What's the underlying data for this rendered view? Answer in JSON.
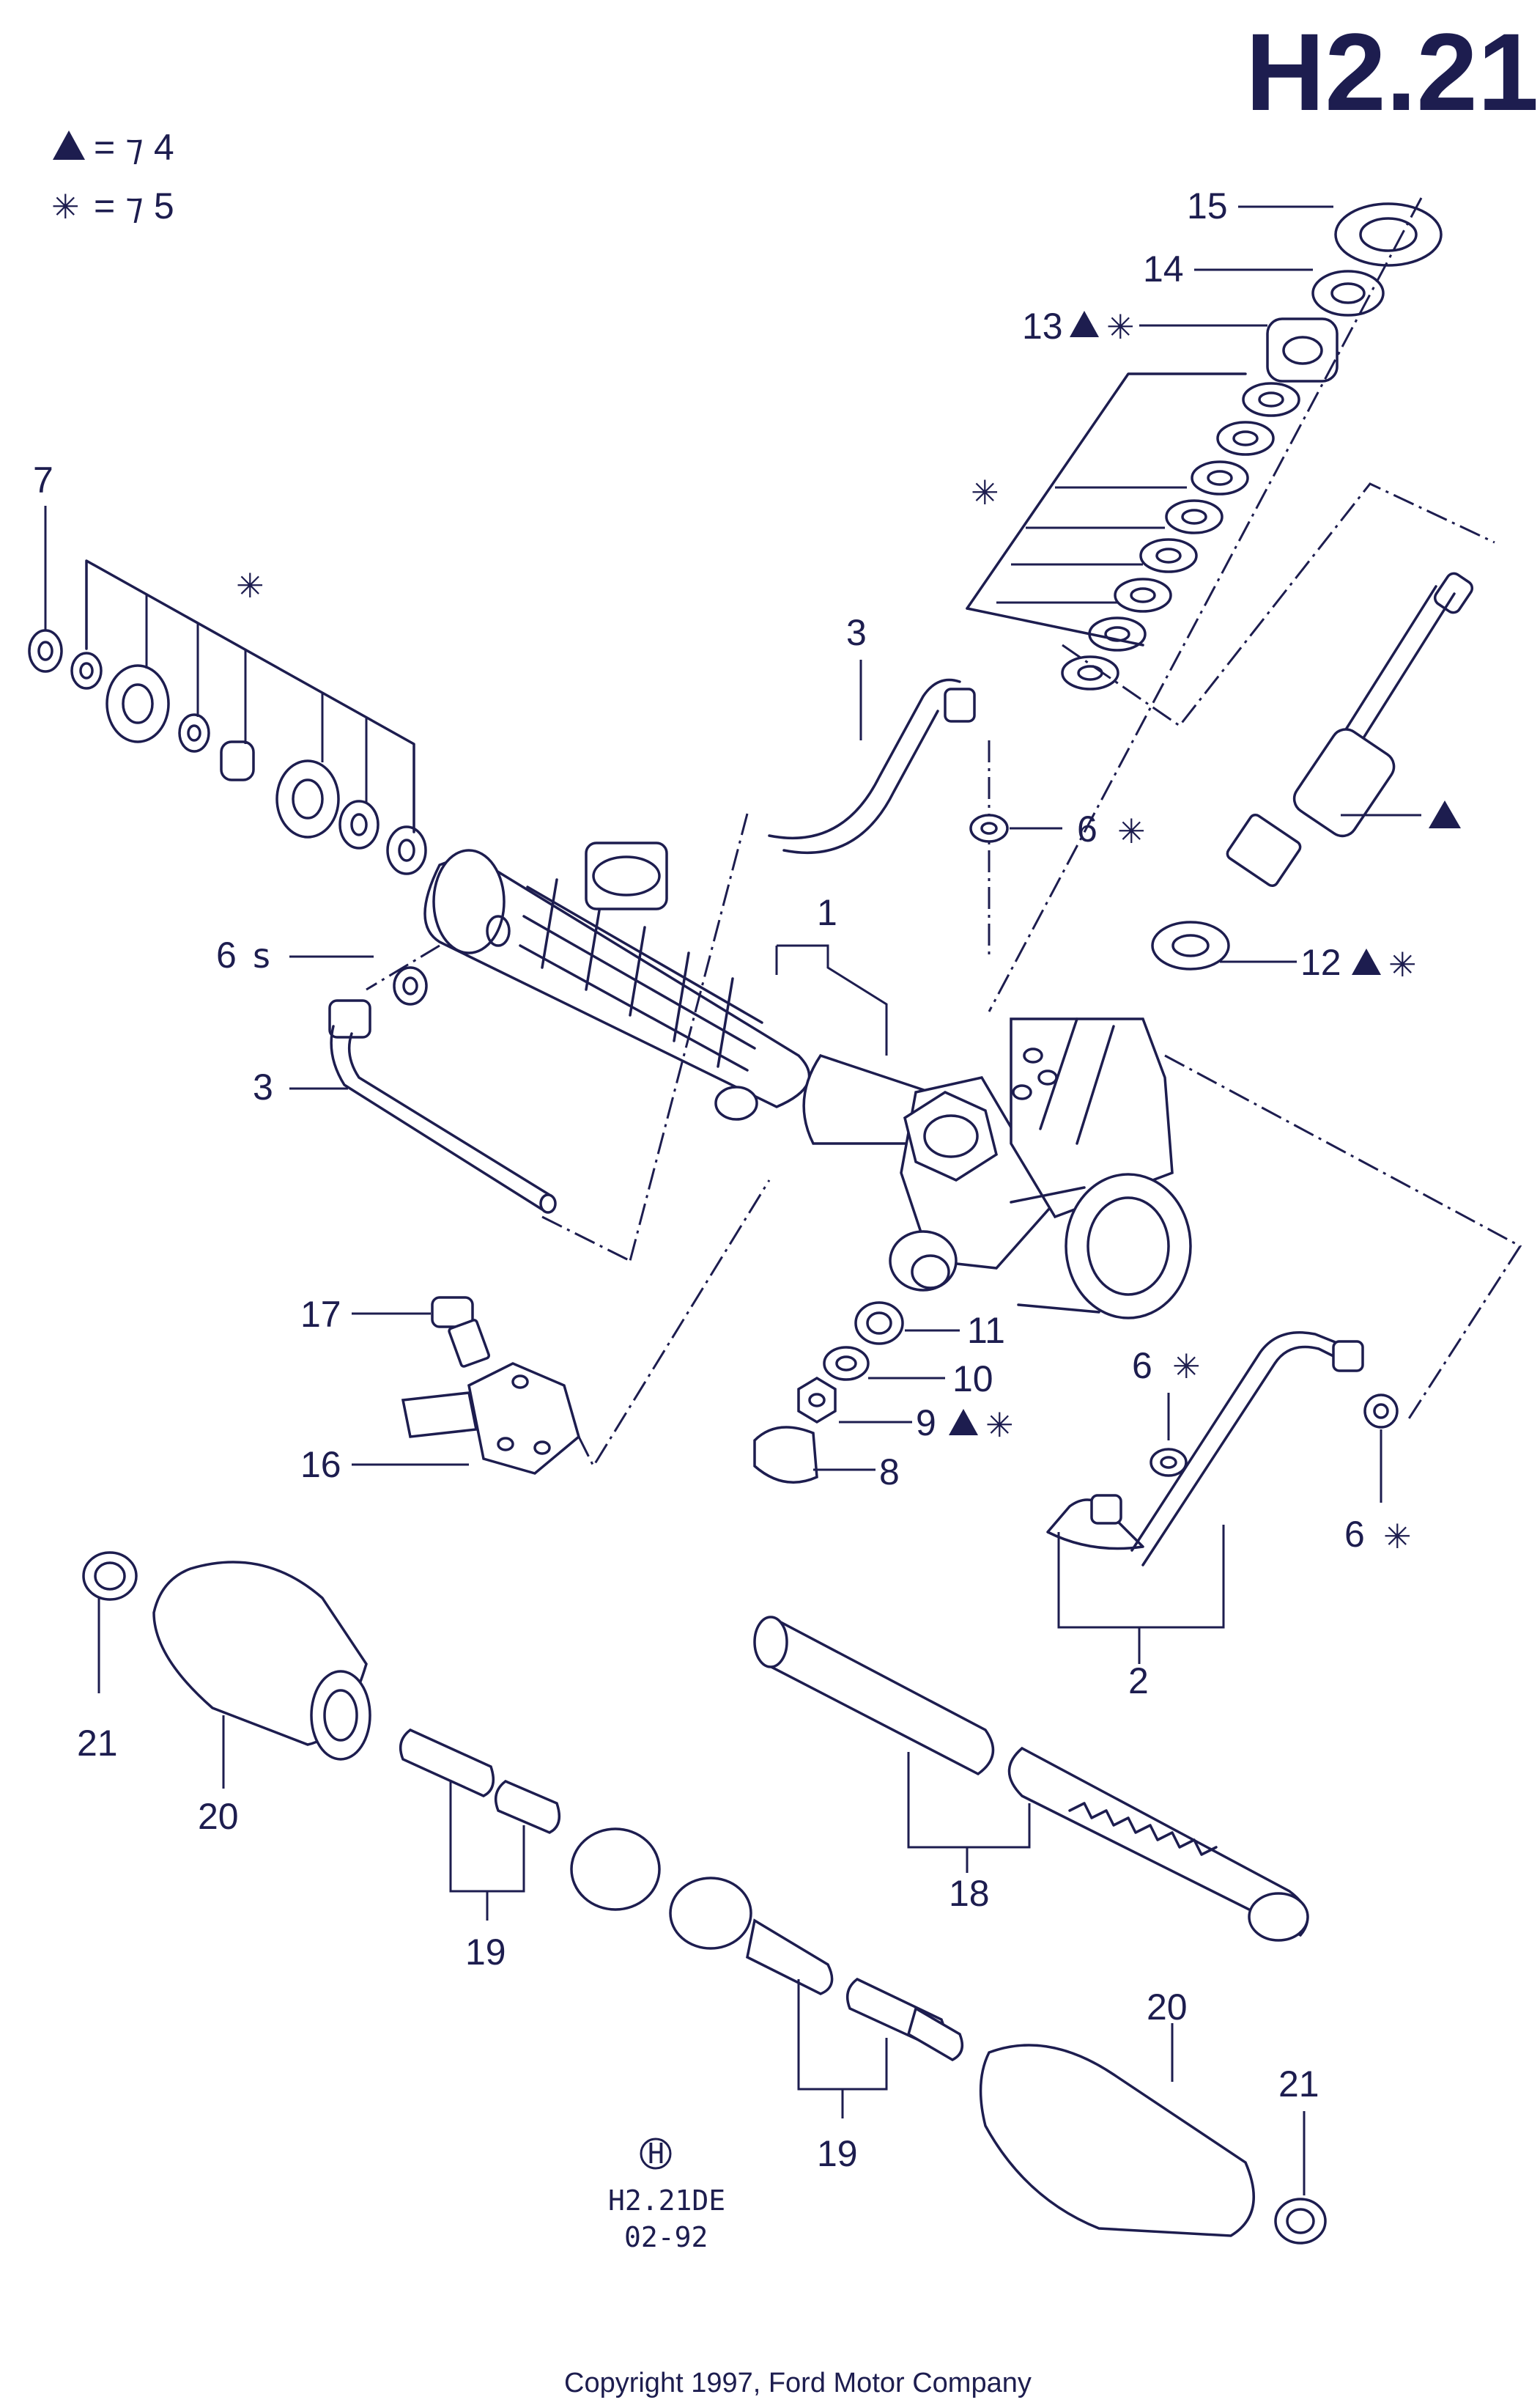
{
  "header": {
    "title": "H2.21"
  },
  "legend": [
    {
      "symbol": "▲",
      "text": "= ⁊ 4"
    },
    {
      "symbol": "✳",
      "text": "= ⁊ 5"
    }
  ],
  "callouts": {
    "c1": "1",
    "c2": "2",
    "c3a": "3",
    "c3b": "3",
    "c6a": "6",
    "c6b": "6",
    "c6c": "6",
    "c6d": "6",
    "c7": "7",
    "c8": "8",
    "c9": "9",
    "c10": "10",
    "c11": "11",
    "c12": "12",
    "c13": "13",
    "c14": "14",
    "c15": "15",
    "c16": "16",
    "c17": "17",
    "c18": "18",
    "c19a": "19",
    "c19b": "19",
    "c20a": "20",
    "c20b": "20",
    "c21a": "21",
    "c21b": "21"
  },
  "symbols": {
    "triangle": "▲",
    "asterisk": "✳",
    "arrow6": "ꜱ"
  },
  "footer": {
    "logo": "H",
    "code": "H2.21DE",
    "date": "02-92",
    "copyright": "Copyright 1997, Ford Motor Company"
  },
  "colors": {
    "ink": "#1d1d4f",
    "background": "#ffffff"
  }
}
